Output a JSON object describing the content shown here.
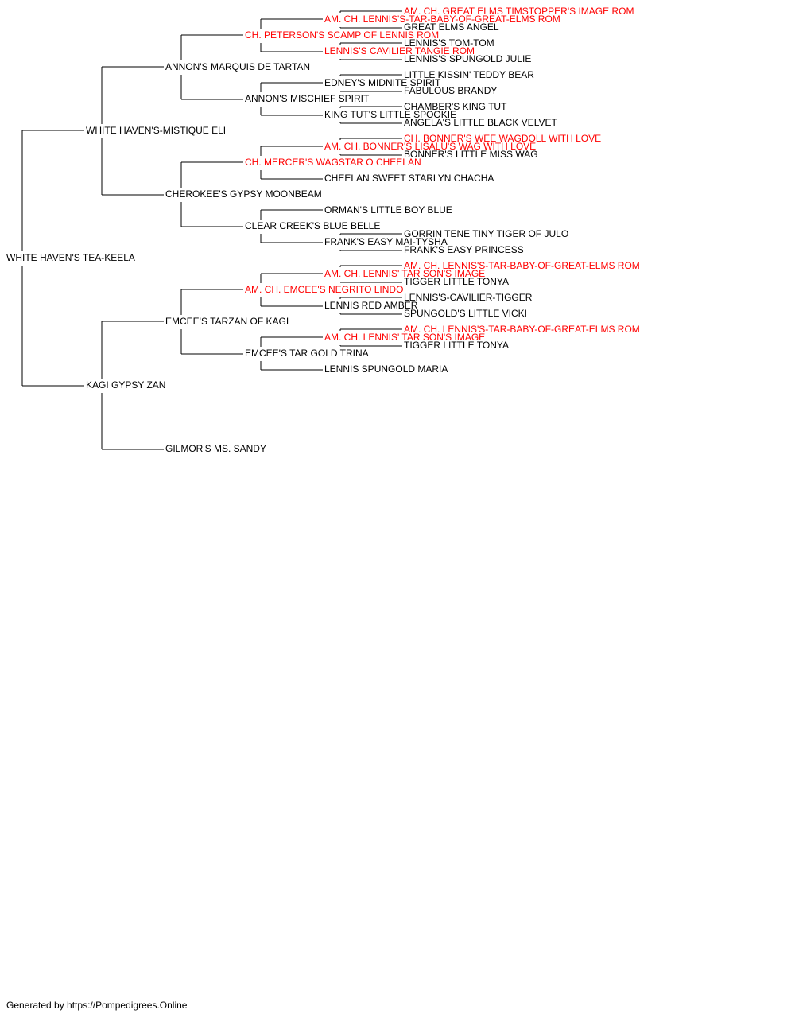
{
  "colors": {
    "champion": "#ff0000",
    "normal": "#000000",
    "line": "#000000"
  },
  "pedigree": {
    "name": "WHITE HAVEN'S TEA-KEELA",
    "champion": false,
    "sire": {
      "name": "WHITE HAVEN'S-MISTIQUE ELI",
      "champion": false,
      "sire": {
        "name": "ANNON'S MARQUIS DE TARTAN",
        "champion": false,
        "sire": {
          "name": "CH. PETERSON'S SCAMP OF LENNIS ROM",
          "champion": true,
          "sire": {
            "name": "AM. CH. LENNIS'S-TAR-BABY-OF-GREAT-ELMS ROM",
            "champion": true,
            "sire": {
              "name": "AM. CH. GREAT ELMS TIMSTOPPER'S IMAGE ROM",
              "champion": true
            },
            "dam": {
              "name": "GREAT ELMS ANGEL",
              "champion": false
            }
          },
          "dam": {
            "name": "LENNIS'S CAVILIER TANGIE ROM",
            "champion": true,
            "sire": {
              "name": "LENNIS'S TOM-TOM",
              "champion": false
            },
            "dam": {
              "name": "LENNIS'S SPUNGOLD JULIE",
              "champion": false
            }
          }
        },
        "dam": {
          "name": "ANNON'S MISCHIEF SPIRIT",
          "champion": false,
          "sire": {
            "name": "EDNEY'S MIDNITE SPIRIT",
            "champion": false,
            "sire": {
              "name": "LITTLE KISSIN' TEDDY BEAR",
              "champion": false
            },
            "dam": {
              "name": "FABULOUS BRANDY",
              "champion": false
            }
          },
          "dam": {
            "name": "KING TUT'S LITTLE SPOOKIE",
            "champion": false,
            "sire": {
              "name": "CHAMBER'S KING TUT",
              "champion": false
            },
            "dam": {
              "name": "ANGELA'S LITTLE BLACK VELVET",
              "champion": false
            }
          }
        }
      },
      "dam": {
        "name": "CHEROKEE'S GYPSY MOONBEAM",
        "champion": false,
        "sire": {
          "name": "CH. MERCER'S WAGSTAR O CHEELAN",
          "champion": true,
          "sire": {
            "name": "AM. CH. BONNER'S LISALU'S WAG WITH LOVE",
            "champion": true,
            "sire": {
              "name": "CH. BONNER'S WEE WAGDOLL WITH LOVE",
              "champion": true
            },
            "dam": {
              "name": "BONNER'S LITTLE MISS WAG",
              "champion": false
            }
          },
          "dam": {
            "name": "CHEELAN SWEET STARLYN CHACHA",
            "champion": false
          }
        },
        "dam": {
          "name": "CLEAR CREEK'S BLUE BELLE",
          "champion": false,
          "sire": {
            "name": "ORMAN'S LITTLE BOY BLUE",
            "champion": false
          },
          "dam": {
            "name": "FRANK'S EASY MAI-TYSHA",
            "champion": false,
            "sire": {
              "name": "GORRIN TENE TINY TIGER OF JULO",
              "champion": false
            },
            "dam": {
              "name": "FRANK'S EASY PRINCESS",
              "champion": false
            }
          }
        }
      }
    },
    "dam": {
      "name": "KAGI GYPSY ZAN",
      "champion": false,
      "sire": {
        "name": "EMCEE'S TARZAN OF KAGI",
        "champion": false,
        "sire": {
          "name": "AM. CH. EMCEE'S NEGRITO LINDO",
          "champion": true,
          "sire": {
            "name": "AM. CH. LENNIS' TAR SON'S IMAGE",
            "champion": true,
            "sire": {
              "name": "AM. CH. LENNIS'S-TAR-BABY-OF-GREAT-ELMS ROM",
              "champion": true
            },
            "dam": {
              "name": "TIGGER LITTLE TONYA",
              "champion": false
            }
          },
          "dam": {
            "name": "LENNIS RED AMBER",
            "champion": false,
            "sire": {
              "name": "LENNIS'S-CAVILIER-TIGGER",
              "champion": false
            },
            "dam": {
              "name": "SPUNGOLD'S LITTLE VICKI",
              "champion": false
            }
          }
        },
        "dam": {
          "name": "EMCEE'S TAR GOLD TRINA",
          "champion": false,
          "sire": {
            "name": "AM. CH. LENNIS' TAR SON'S IMAGE",
            "champion": true,
            "sire": {
              "name": "AM. CH. LENNIS'S-TAR-BABY-OF-GREAT-ELMS ROM",
              "champion": true
            },
            "dam": {
              "name": "TIGGER LITTLE TONYA",
              "champion": false
            }
          },
          "dam": {
            "name": "LENNIS SPUNGOLD MARIA",
            "champion": false
          }
        }
      },
      "dam": {
        "name": "GILMOR'S MS. SANDY",
        "champion": false
      }
    }
  },
  "footer": "Generated by https://Pompedigrees.Online"
}
